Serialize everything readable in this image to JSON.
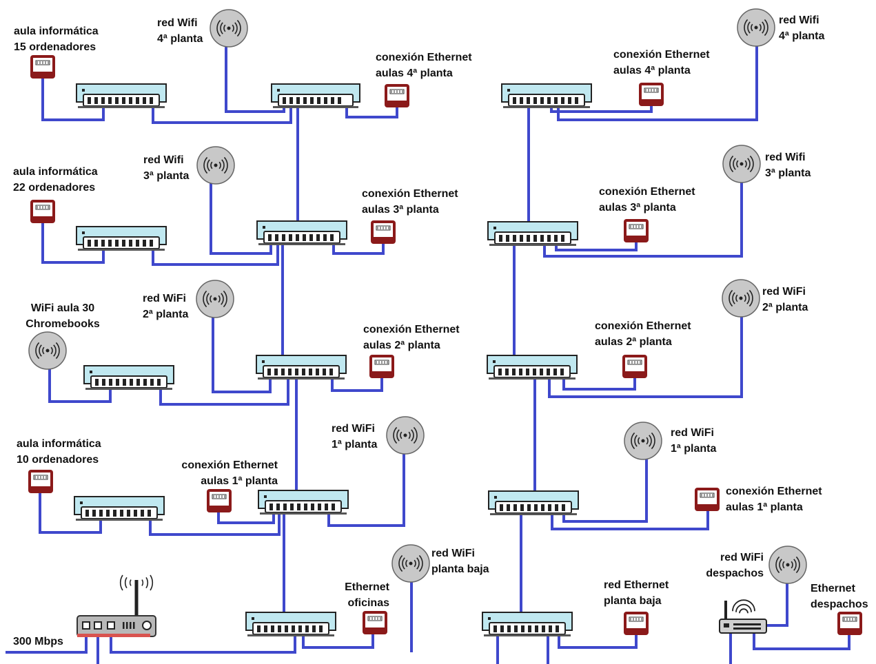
{
  "colors": {
    "cable": "#3f48cc",
    "switch_fill": "#c0e8f0",
    "switch_stroke": "#222222",
    "ethernet_jack": "#8b1a1a",
    "wifi_ap_fill": "#c8c8c8"
  },
  "labels": {
    "aula_15": {
      "line1": "aula informática",
      "line2": "15 ordenadores"
    },
    "wifi_4_left": {
      "line1": "red Wifi",
      "line2": "4ª planta"
    },
    "eth_4_left": {
      "line1": "conexión Ethernet",
      "line2": "aulas 4ª planta"
    },
    "eth_4_right": {
      "line1": "conexión Ethernet",
      "line2": "aulas 4ª planta"
    },
    "wifi_4_right": {
      "line1": "red Wifi",
      "line2": "4ª planta"
    },
    "aula_22": {
      "line1": "aula informática",
      "line2": "22 ordenadores"
    },
    "wifi_3_left": {
      "line1": "red Wifi",
      "line2": "3ª planta"
    },
    "eth_3_left": {
      "line1": "conexión Ethernet",
      "line2": "aulas 3ª planta"
    },
    "eth_3_right": {
      "line1": "conexión Ethernet",
      "line2": "aulas 3ª planta"
    },
    "wifi_3_right": {
      "line1": "red Wifi",
      "line2": "3ª planta"
    },
    "chromebooks": {
      "line1": "WiFi  aula 30",
      "line2": "Chromebooks"
    },
    "wifi_2_left": {
      "line1": "red WiFi",
      "line2": "2ª planta"
    },
    "eth_2_left": {
      "line1": "conexión Ethernet",
      "line2": "aulas 2ª planta"
    },
    "eth_2_right": {
      "line1": "conexión Ethernet",
      "line2": "aulas 2ª planta"
    },
    "wifi_2_right": {
      "line1": "red WiFi",
      "line2": "2ª planta"
    },
    "aula_10": {
      "line1": "aula informática",
      "line2": "10 ordenadores"
    },
    "eth_1_left": {
      "line1": "conexión Ethernet",
      "line2": "aulas 1ª planta"
    },
    "wifi_1_left": {
      "line1": "red WiFi",
      "line2": "1ª planta"
    },
    "wifi_1_right": {
      "line1": "red WiFi",
      "line2": "1ª planta"
    },
    "eth_1_right": {
      "line1": "conexión Ethernet",
      "line2": "aulas 1ª planta"
    },
    "wifi_pb": {
      "line1": "red WiFi",
      "line2": "planta baja"
    },
    "eth_oficinas": {
      "line1": "Ethernet",
      "line2": "oficinas"
    },
    "eth_pb": {
      "line1": "red Ethernet",
      "line2": "planta baja"
    },
    "wifi_despachos": {
      "line1": "red WiFi",
      "line2": "despachos"
    },
    "eth_despachos": {
      "line1": "Ethernet",
      "line2": "despachos"
    },
    "speed": "300 Mbps"
  }
}
